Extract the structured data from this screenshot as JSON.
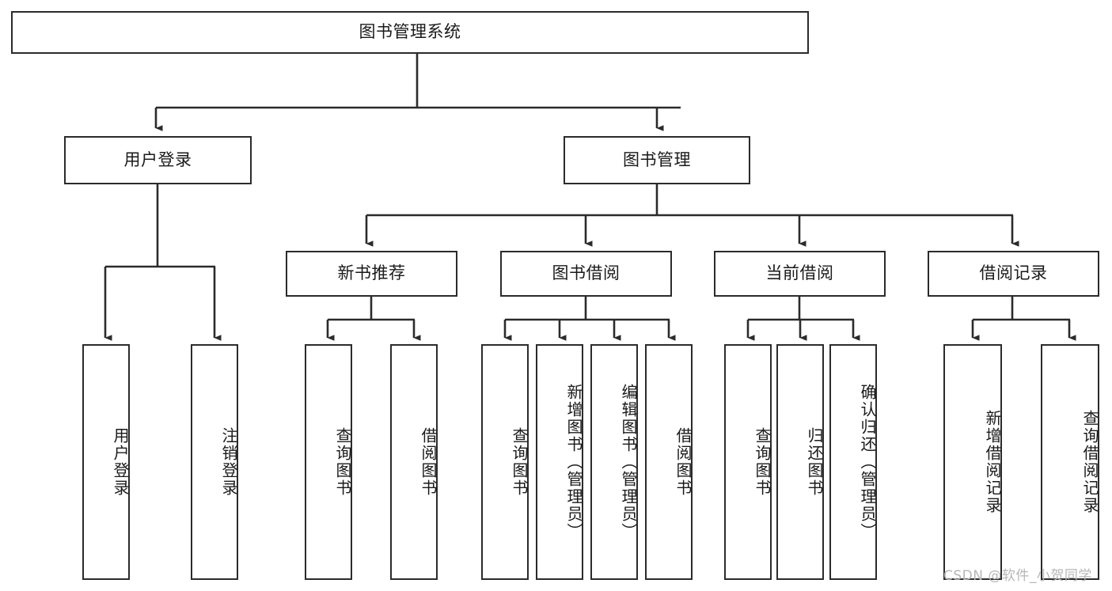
{
  "diagram": {
    "type": "tree-hierarchy",
    "title_node": {
      "label": "图书管理系统"
    },
    "level2": [
      {
        "id": "user-login",
        "label": "用户登录"
      },
      {
        "id": "book-manage",
        "label": "图书管理"
      }
    ],
    "level3": [
      {
        "id": "new-book-recommend",
        "label": "新书推荐"
      },
      {
        "id": "book-borrow",
        "label": "图书借阅"
      },
      {
        "id": "current-borrow",
        "label": "当前借阅"
      },
      {
        "id": "borrow-record",
        "label": "借阅记录"
      }
    ],
    "leaves": {
      "user_login": [
        {
          "id": "leaf-user-login",
          "label": "用户登录"
        },
        {
          "id": "leaf-logout-login",
          "label": "注销登录"
        }
      ],
      "new_book_recommend": [
        {
          "id": "leaf-query-book-1",
          "label": "查询图书"
        },
        {
          "id": "leaf-borrow-book-1",
          "label": "借阅图书"
        }
      ],
      "book_borrow": [
        {
          "id": "leaf-query-book-2",
          "label": "查询图书"
        },
        {
          "id": "leaf-add-book",
          "label": "新增图书（管理员）"
        },
        {
          "id": "leaf-edit-book",
          "label": "编辑图书（管理员）"
        },
        {
          "id": "leaf-borrow-book-2",
          "label": "借阅图书"
        }
      ],
      "current_borrow": [
        {
          "id": "leaf-query-book-3",
          "label": "查询图书"
        },
        {
          "id": "leaf-return-book",
          "label": "归还图书"
        },
        {
          "id": "leaf-confirm-return",
          "label": "确认归还（管理员）"
        }
      ],
      "borrow_record": [
        {
          "id": "leaf-add-record",
          "label": "新增借阅记录"
        },
        {
          "id": "leaf-query-record",
          "label": "查询借阅记录"
        }
      ]
    }
  },
  "watermark": {
    "text": "CSDN @软件_小贺同学"
  },
  "colors": {
    "node_border": "#2b2b2b",
    "node_fill": "#ffffff",
    "edge": "#2b2b2b",
    "text": "#1a1a1a",
    "watermark": "#b6b6b6",
    "background": "#ffffff"
  }
}
